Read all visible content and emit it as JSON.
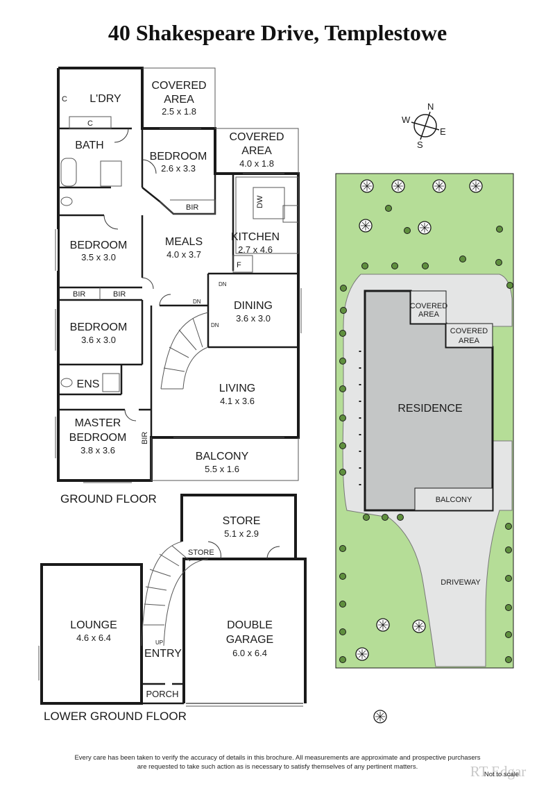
{
  "title": "40 Shakespeare Drive, Templestowe",
  "compass": {
    "n": "N",
    "e": "E",
    "s": "S",
    "w": "W"
  },
  "ground_floor": {
    "label": "GROUND FLOOR",
    "rooms": {
      "laundry": "L'DRY",
      "covered1_name": "COVERED",
      "covered1_name2": "AREA",
      "covered1_dim": "2.5 x 1.8",
      "bath": "BATH",
      "bedroom2_name": "BEDROOM",
      "bedroom2_dim": "2.6 x 3.3",
      "covered2_name": "COVERED",
      "covered2_name2": "AREA",
      "covered2_dim": "4.0 x 1.8",
      "bedroom3_name": "BEDROOM",
      "bedroom3_dim": "3.5 x 3.0",
      "meals_name": "MEALS",
      "meals_dim": "4.0 x 3.7",
      "kitchen_name": "KITCHEN",
      "kitchen_dim": "2.7 x 4.6",
      "dining_name": "DINING",
      "dining_dim": "3.6 x 3.0",
      "bedroom4_name": "BEDROOM",
      "bedroom4_dim": "3.6 x 3.0",
      "ens": "ENS",
      "living_name": "LIVING",
      "living_dim": "4.1 x 3.6",
      "master_name": "MASTER",
      "master_name2": "BEDROOM",
      "master_dim": "3.8 x 3.6",
      "balcony_name": "BALCONY",
      "balcony_dim": "5.5 x 1.6"
    },
    "marks": {
      "c1": "C",
      "c2": "C",
      "bir1": "BIR",
      "bir2": "BIR",
      "bir3": "BIR",
      "bir4": "BIR",
      "dw": "DW",
      "f": "F",
      "dn1": "DN",
      "dn2": "DN",
      "dn3": "DN"
    }
  },
  "lower_floor": {
    "label": "LOWER GROUND FLOOR",
    "rooms": {
      "store_name": "STORE",
      "store_dim": "5.1 x 2.9",
      "store_small": "STORE",
      "lounge_name": "LOUNGE",
      "lounge_dim": "4.6 x 6.4",
      "garage_name": "DOUBLE",
      "garage_name2": "GARAGE",
      "garage_dim": "6.0 x 6.4",
      "entry": "ENTRY",
      "up": "UP",
      "porch": "PORCH"
    }
  },
  "site": {
    "residence": "RESIDENCE",
    "covered1": "COVERED",
    "covered1b": "AREA",
    "covered2": "COVERED",
    "covered2b": "AREA",
    "balcony": "BALCONY",
    "driveway": "DRIVEWAY"
  },
  "footer": {
    "disclaimer1": "Every care has been taken to verify the accuracy of details in this brochure.  All measurements are approximate and prospective purchasers",
    "disclaimer2": "are requested to take such action as is necessary to satisfy themselves of any pertinent matters.",
    "brand": "RT Edgar",
    "scale": "Not to scale"
  },
  "colors": {
    "lawn": "#b5dd97",
    "paving": "#e4e5e5",
    "residence": "#c4c6c6",
    "lines": "#1a1a1a"
  }
}
